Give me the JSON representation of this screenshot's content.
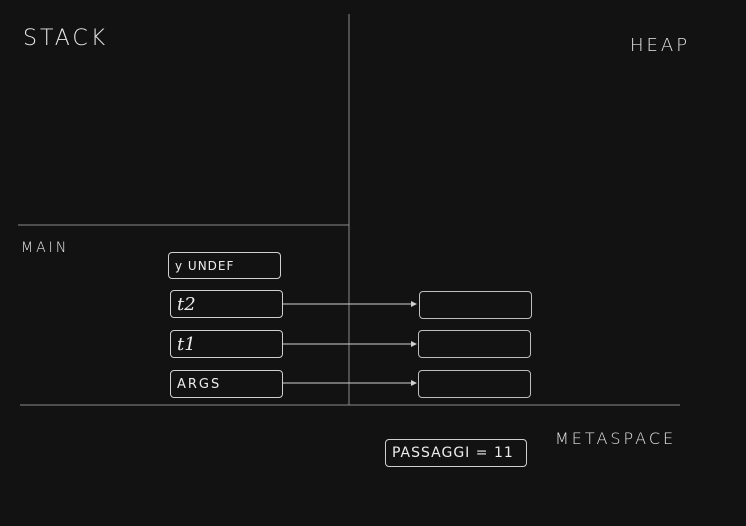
{
  "sections": {
    "stack": "STACK",
    "heap": "HEAP",
    "main_frame": "MAIN",
    "metaspace": "METASPACE"
  },
  "stack_vars": [
    {
      "name": "y UNDEF",
      "points_to_heap": false
    },
    {
      "name": "t2",
      "points_to_heap": true
    },
    {
      "name": "t1",
      "points_to_heap": true
    },
    {
      "name": "ARGS",
      "points_to_heap": true
    }
  ],
  "metaspace_items": [
    {
      "text": "PASSAGGI = 11"
    }
  ]
}
